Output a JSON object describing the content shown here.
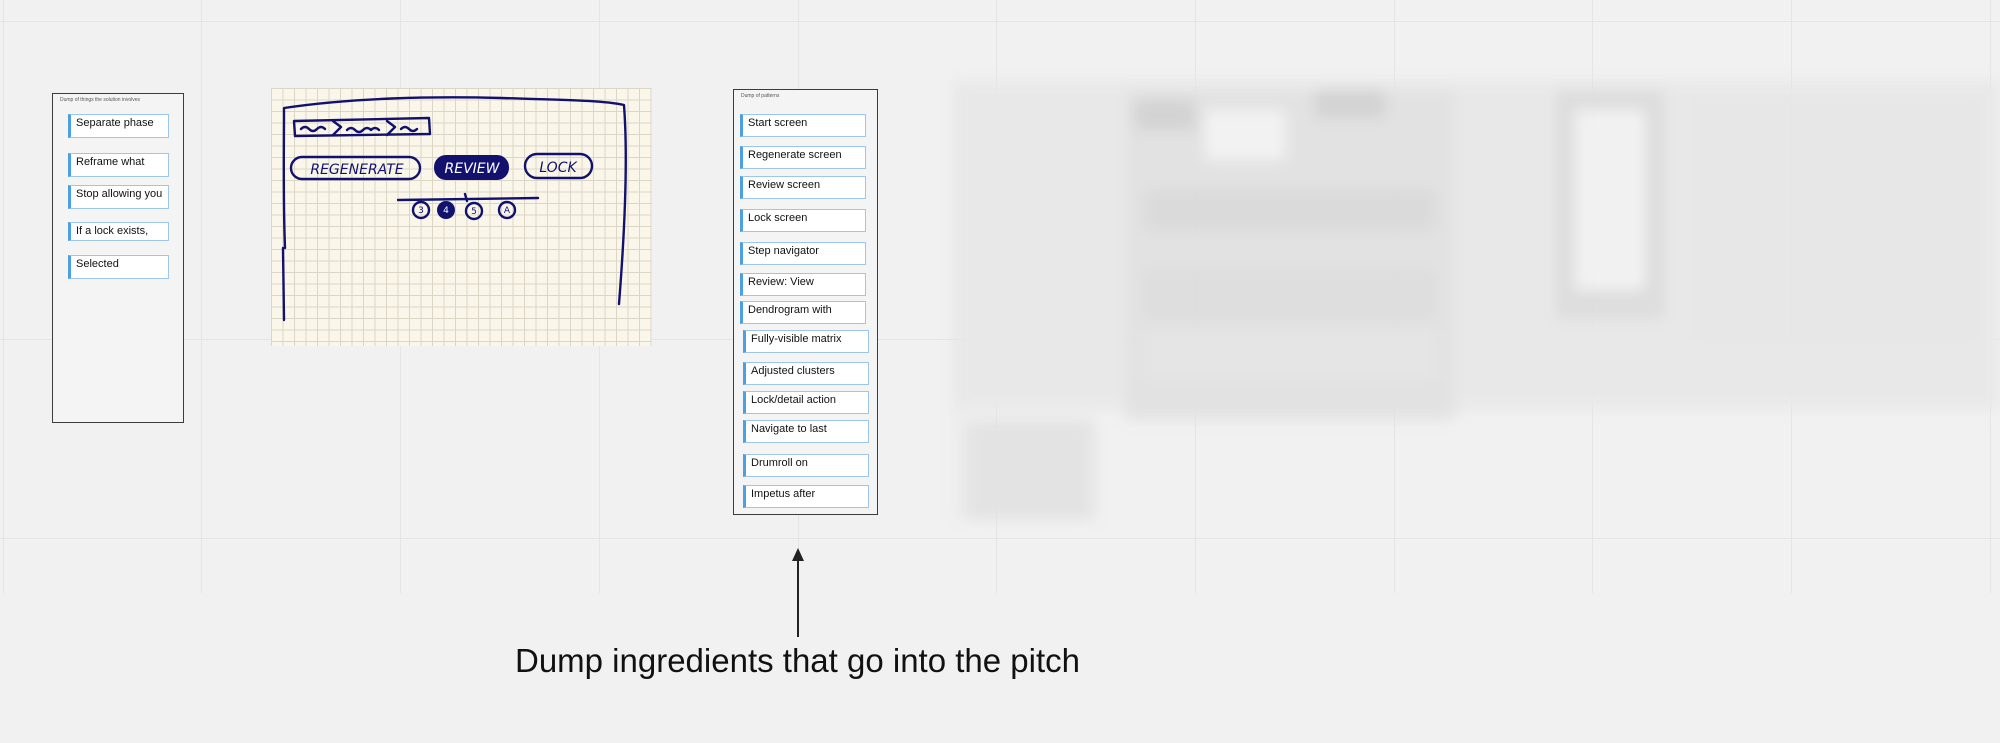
{
  "frame_left": {
    "label": "Dump of things the solution involves",
    "notes": [
      "Separate phase",
      "Reframe what",
      "Stop allowing you",
      "If a lock exists,",
      "Selected"
    ]
  },
  "sketch": {
    "buttons": [
      "REGENERATE",
      "REVIEW",
      "LOCK"
    ],
    "steps": [
      "3",
      "4",
      "5",
      "A"
    ]
  },
  "frame_right": {
    "label": "Dump of patterns",
    "notes": [
      "Start screen",
      "Regenerate screen",
      "Review screen",
      "Lock screen",
      "Step navigator",
      "Review: View",
      "Dendrogram with",
      "Fully-visible matrix",
      "Adjusted clusters",
      "Lock/detail action",
      "Navigate to last",
      "Drumroll on",
      "Impetus after"
    ]
  },
  "caption": "Dump ingredients that go into the pitch",
  "colors": {
    "canvas": "#f1f1f1",
    "note_accent": "#4aa0e0",
    "sketch_ink": "#12126e"
  }
}
